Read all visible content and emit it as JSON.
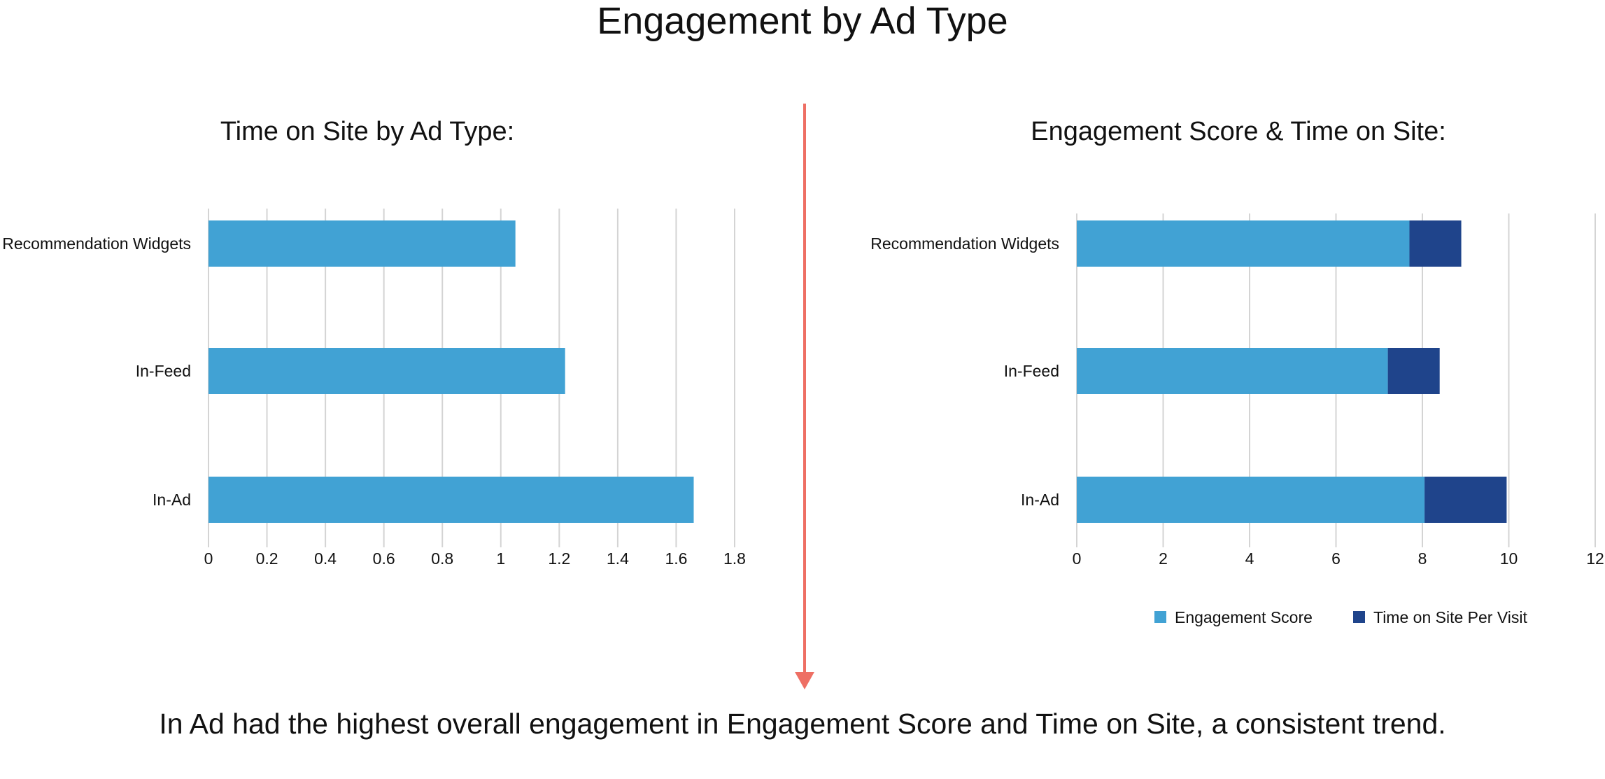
{
  "title": "Engagement by Ad Type",
  "caption": "In Ad had the highest overall engagement in Engagement Score and Time on Site, a consistent trend.",
  "colors": {
    "bar_light": "#41a2d4",
    "bar_dark": "#1f448b",
    "divider_arrow": "#ee6f64",
    "grid": "#d4d4d4"
  },
  "chart_data": [
    {
      "type": "bar",
      "orientation": "horizontal",
      "title": "Time on Site by Ad Type:",
      "categories": [
        "Recommendation Widgets",
        "In-Feed",
        "In-Ad"
      ],
      "series": [
        {
          "values": [
            1.05,
            1.22,
            1.66
          ]
        }
      ],
      "xlim": [
        0,
        1.8
      ],
      "xticks": [
        "0",
        "0.2",
        "0.4",
        "0.6",
        "0.8",
        "1",
        "1.2",
        "1.4",
        "1.6",
        "1.8"
      ],
      "grid": true
    },
    {
      "type": "bar",
      "orientation": "horizontal",
      "stacked": true,
      "title": "Engagement Score & Time on Site:",
      "categories": [
        "Recommendation Widgets",
        "In-Feed",
        "In-Ad"
      ],
      "series": [
        {
          "name": "Engagement Score",
          "values": [
            7.7,
            7.2,
            8.05
          ]
        },
        {
          "name": "Time on Site Per Visit",
          "values": [
            1.2,
            1.2,
            1.9
          ]
        }
      ],
      "xlim": [
        0,
        12
      ],
      "xticks": [
        "0",
        "2",
        "4",
        "6",
        "8",
        "10",
        "12"
      ],
      "grid": true,
      "legend_position": "bottom"
    }
  ]
}
